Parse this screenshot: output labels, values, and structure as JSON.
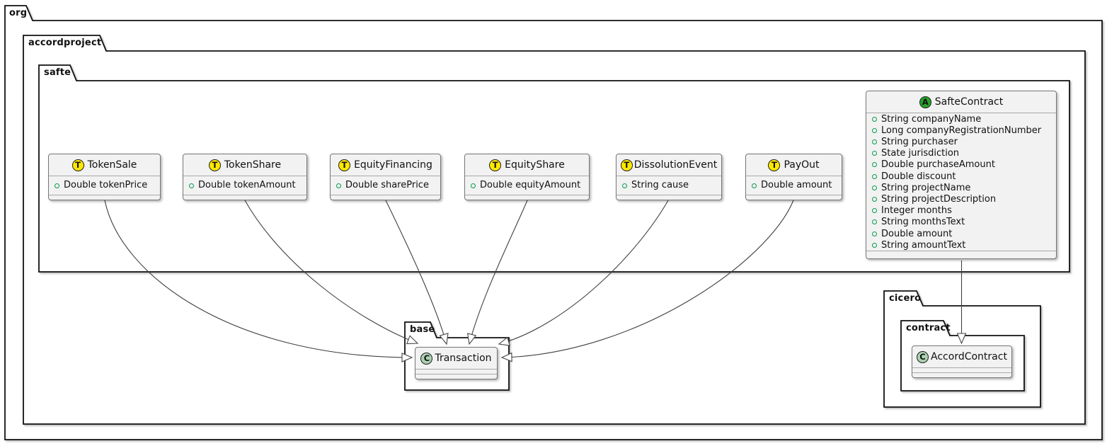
{
  "packages": {
    "org": {
      "label": "org"
    },
    "accordproject": {
      "label": "accordproject"
    },
    "safte": {
      "label": "safte"
    },
    "base": {
      "label": "base"
    },
    "cicero": {
      "label": "cicero"
    },
    "contract": {
      "label": "contract"
    }
  },
  "classes": {
    "tokenSale": {
      "spot": "T",
      "name": "TokenSale",
      "fields": [
        "Double tokenPrice"
      ]
    },
    "tokenShare": {
      "spot": "T",
      "name": "TokenShare",
      "fields": [
        "Double tokenAmount"
      ]
    },
    "equityFinancing": {
      "spot": "T",
      "name": "EquityFinancing",
      "fields": [
        "Double sharePrice"
      ]
    },
    "equityShare": {
      "spot": "T",
      "name": "EquityShare",
      "fields": [
        "Double equityAmount"
      ]
    },
    "dissolutionEvent": {
      "spot": "T",
      "name": "DissolutionEvent",
      "fields": [
        "String cause"
      ]
    },
    "payOut": {
      "spot": "T",
      "name": "PayOut",
      "fields": [
        "Double amount"
      ]
    },
    "safteContract": {
      "spot": "A",
      "name": "SafteContract",
      "fields": [
        "String companyName",
        "Long companyRegistrationNumber",
        "String purchaser",
        "State jurisdiction",
        "Double purchaseAmount",
        "Double discount",
        "String projectName",
        "String projectDescription",
        "Integer months",
        "String monthsText",
        "Double amount",
        "String amountText"
      ]
    },
    "transaction": {
      "spot": "C",
      "name": "Transaction",
      "fields": []
    },
    "accordContract": {
      "spot": "C",
      "name": "AccordContract",
      "fields": []
    }
  },
  "relationships": [
    {
      "from": "TokenSale",
      "to": "Transaction",
      "type": "generalization"
    },
    {
      "from": "TokenShare",
      "to": "Transaction",
      "type": "generalization"
    },
    {
      "from": "EquityFinancing",
      "to": "Transaction",
      "type": "generalization"
    },
    {
      "from": "EquityShare",
      "to": "Transaction",
      "type": "generalization"
    },
    {
      "from": "DissolutionEvent",
      "to": "Transaction",
      "type": "generalization"
    },
    {
      "from": "PayOut",
      "to": "Transaction",
      "type": "generalization"
    },
    {
      "from": "SafteContract",
      "to": "AccordContract",
      "type": "generalization"
    }
  ],
  "colors": {
    "spot_transaction": "#FFE800",
    "spot_abstract": "#28A428",
    "spot_class": "#ADD1B2",
    "field_ring": "#089B4B",
    "edge": "#404040",
    "class_fill": "#F2F2F2",
    "class_border": "#777777",
    "package_border": "#111111"
  }
}
